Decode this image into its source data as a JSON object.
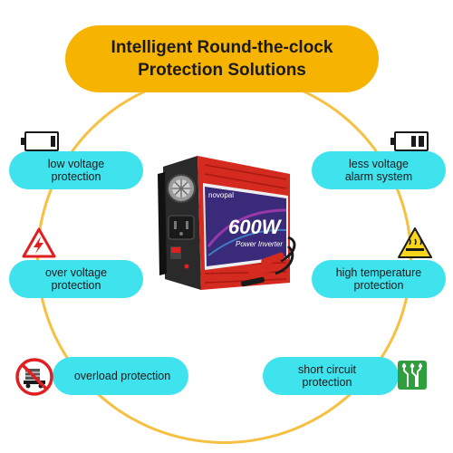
{
  "banner": {
    "line1": "Intelligent Round-the-clock",
    "line2": "Protection Solutions"
  },
  "features": {
    "low_voltage": {
      "line1": "low voltage",
      "line2": "protection"
    },
    "less_voltage_alarm": {
      "line1": "less voltage",
      "line2": "alarm system"
    },
    "over_voltage": {
      "line1": "over voltage",
      "line2": "protection"
    },
    "high_temperature": {
      "line1": "high temperature",
      "line2": "protection"
    },
    "overload": {
      "line1": "overload protection"
    },
    "short_circuit": {
      "line1": "short circuit",
      "line2": "protection"
    }
  },
  "product": {
    "brand": "novopal",
    "power": "600W",
    "subtitle": "Power Inverter"
  },
  "icons": {
    "low_battery": "battery-low-icon",
    "half_battery": "battery-half-icon",
    "high_voltage": "high-voltage-warning-icon",
    "hot_surface": "hot-surface-warning-icon",
    "overload": "overload-prohibited-icon",
    "circuit": "circuit-board-icon"
  },
  "colors": {
    "banner": "#f6b400",
    "pill": "#3ee3ee",
    "ring": "#f6c042",
    "inverter_red": "#d42a1f",
    "warning_red": "#e02020",
    "warning_yellow": "#f7d51d",
    "circuit_green": "#2f9e3c"
  }
}
